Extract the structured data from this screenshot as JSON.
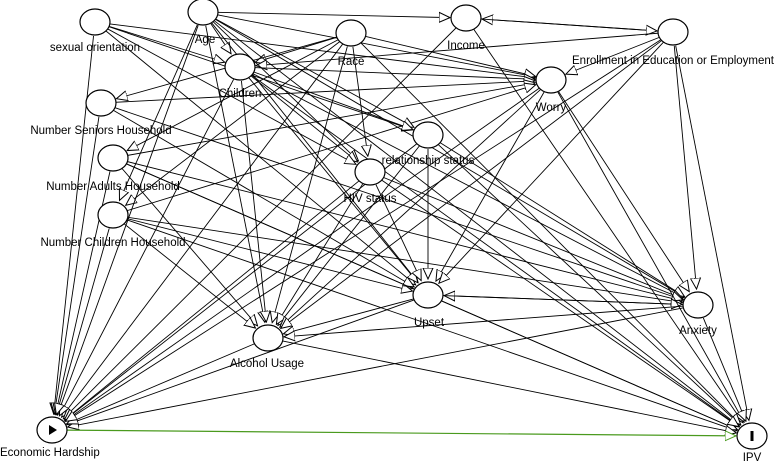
{
  "diagram": {
    "colors": {
      "edge": "#000000",
      "causal_edge": "#4a9a1e",
      "exposure_fill": "#c8dc3c",
      "outcome_fill": "#3a9ad6",
      "node_fill": "#ffffff"
    },
    "nodes": [
      {
        "id": "sexual_orientation",
        "label": "sexual orientation",
        "role": "covariate"
      },
      {
        "id": "age",
        "label": "Age",
        "role": "covariate"
      },
      {
        "id": "race",
        "label": "Race",
        "role": "covariate"
      },
      {
        "id": "income",
        "label": "Income",
        "role": "covariate"
      },
      {
        "id": "enrollment",
        "label": "Enrollment in Education or Employment",
        "role": "covariate"
      },
      {
        "id": "children",
        "label": "Children",
        "role": "covariate"
      },
      {
        "id": "worry",
        "label": "Worry",
        "role": "covariate"
      },
      {
        "id": "seniors",
        "label": "Number Seniors Household",
        "role": "covariate"
      },
      {
        "id": "relationship",
        "label": "relationship status",
        "role": "covariate"
      },
      {
        "id": "adults",
        "label": "Number Adults Household",
        "role": "covariate"
      },
      {
        "id": "hiv",
        "label": "HIV status",
        "role": "covariate"
      },
      {
        "id": "nchildren",
        "label": "Number Children Household",
        "role": "covariate"
      },
      {
        "id": "upset",
        "label": "Upset",
        "role": "covariate"
      },
      {
        "id": "anxiety",
        "label": "Anxiety",
        "role": "covariate"
      },
      {
        "id": "alcohol",
        "label": "Alcohol Usage",
        "role": "covariate"
      },
      {
        "id": "hardship",
        "label": "Economic Hardship",
        "role": "exposure"
      },
      {
        "id": "ipv",
        "label": "IPV",
        "role": "outcome"
      }
    ],
    "edges": [
      [
        "age",
        "income"
      ],
      [
        "enrollment",
        "income"
      ],
      [
        "income",
        "enrollment"
      ],
      [
        "sexual_orientation",
        "children"
      ],
      [
        "age",
        "children"
      ],
      [
        "race",
        "children"
      ],
      [
        "enrollment",
        "children"
      ],
      [
        "sexual_orientation",
        "worry"
      ],
      [
        "age",
        "worry"
      ],
      [
        "race",
        "worry"
      ],
      [
        "children",
        "worry"
      ],
      [
        "enrollment",
        "worry"
      ],
      [
        "seniors",
        "worry"
      ],
      [
        "adults",
        "worry"
      ],
      [
        "nchildren",
        "worry"
      ],
      [
        "age",
        "relationship"
      ],
      [
        "sexual_orientation",
        "relationship"
      ],
      [
        "children",
        "relationship"
      ],
      [
        "age",
        "hiv"
      ],
      [
        "race",
        "hiv"
      ],
      [
        "children",
        "hiv"
      ],
      [
        "sexual_orientation",
        "hiv"
      ],
      [
        "race",
        "adults"
      ],
      [
        "race",
        "nchildren"
      ],
      [
        "age",
        "nchildren"
      ],
      [
        "race",
        "seniors"
      ],
      [
        "sexual_orientation",
        "upset"
      ],
      [
        "age",
        "upset"
      ],
      [
        "children",
        "upset"
      ],
      [
        "worry",
        "upset"
      ],
      [
        "relationship",
        "upset"
      ],
      [
        "hiv",
        "upset"
      ],
      [
        "adults",
        "upset"
      ],
      [
        "nchildren",
        "upset"
      ],
      [
        "seniors",
        "upset"
      ],
      [
        "enrollment",
        "upset"
      ],
      [
        "anxiety",
        "upset"
      ],
      [
        "age",
        "anxiety"
      ],
      [
        "children",
        "anxiety"
      ],
      [
        "worry",
        "anxiety"
      ],
      [
        "relationship",
        "anxiety"
      ],
      [
        "hiv",
        "anxiety"
      ],
      [
        "adults",
        "anxiety"
      ],
      [
        "nchildren",
        "anxiety"
      ],
      [
        "enrollment",
        "anxiety"
      ],
      [
        "seniors",
        "anxiety"
      ],
      [
        "upset",
        "anxiety"
      ],
      [
        "age",
        "alcohol"
      ],
      [
        "race",
        "alcohol"
      ],
      [
        "children",
        "alcohol"
      ],
      [
        "relationship",
        "alcohol"
      ],
      [
        "hiv",
        "alcohol"
      ],
      [
        "adults",
        "alcohol"
      ],
      [
        "nchildren",
        "alcohol"
      ],
      [
        "upset",
        "alcohol"
      ],
      [
        "anxiety",
        "alcohol"
      ],
      [
        "worry",
        "alcohol"
      ],
      [
        "enrollment",
        "alcohol"
      ],
      [
        "sexual_orientation",
        "hardship"
      ],
      [
        "age",
        "hardship"
      ],
      [
        "race",
        "hardship"
      ],
      [
        "income",
        "hardship"
      ],
      [
        "children",
        "hardship"
      ],
      [
        "worry",
        "hardship"
      ],
      [
        "seniors",
        "hardship"
      ],
      [
        "relationship",
        "hardship"
      ],
      [
        "adults",
        "hardship"
      ],
      [
        "hiv",
        "hardship"
      ],
      [
        "nchildren",
        "hardship"
      ],
      [
        "upset",
        "hardship"
      ],
      [
        "anxiety",
        "hardship"
      ],
      [
        "alcohol",
        "hardship"
      ],
      [
        "enrollment",
        "hardship"
      ],
      [
        "age",
        "ipv"
      ],
      [
        "income",
        "ipv"
      ],
      [
        "enrollment",
        "ipv"
      ],
      [
        "worry",
        "ipv"
      ],
      [
        "relationship",
        "ipv"
      ],
      [
        "hiv",
        "ipv"
      ],
      [
        "adults",
        "ipv"
      ],
      [
        "nchildren",
        "ipv"
      ],
      [
        "upset",
        "ipv"
      ],
      [
        "anxiety",
        "ipv"
      ],
      [
        "alcohol",
        "ipv"
      ],
      [
        "race",
        "ipv"
      ],
      [
        "children",
        "ipv"
      ]
    ],
    "causal_edges": [
      [
        "hardship",
        "ipv"
      ]
    ]
  }
}
